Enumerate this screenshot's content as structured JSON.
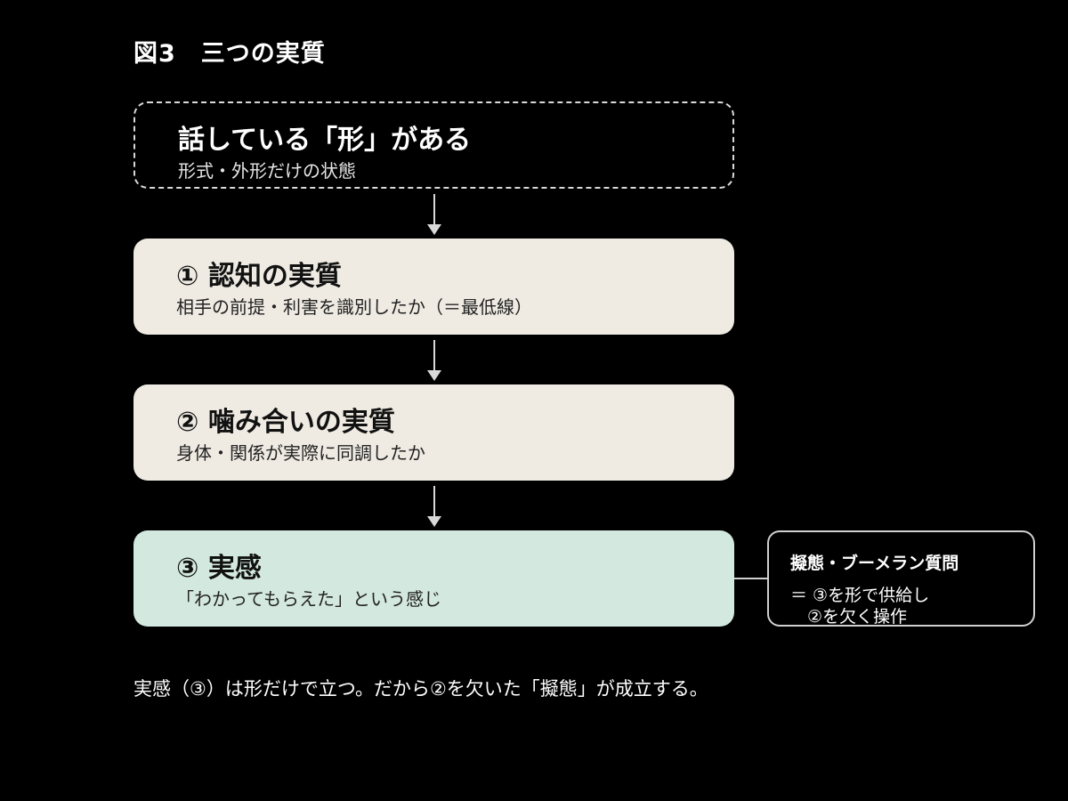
{
  "title": "図3　三つの実質",
  "boxes": {
    "top": {
      "heading": "話している「形」がある",
      "subtext": "形式・外形だけの状態"
    },
    "cognition": {
      "heading": "① 認知の実質",
      "subtext": "相手の前提・利害を識別したか（＝最低線）"
    },
    "engagement": {
      "heading": "② 噛み合いの実質",
      "subtext": "身体・関係が実際に同調したか"
    },
    "feeling": {
      "heading": "③ 実感",
      "subtext": "「わかってもらえた」という感じ"
    }
  },
  "note": {
    "title": "擬態・ブーメラン質問",
    "line1": "＝ ③を形で供給し",
    "line2": "　②を欠く操作"
  },
  "caption": "実感（③）は形だけで立つ。だから②を欠いた「擬態」が成立する。",
  "colors": {
    "background": "#000000",
    "box_beige": "#efebe3",
    "box_green": "#d3e8df",
    "outline": "#d9d9d9"
  }
}
